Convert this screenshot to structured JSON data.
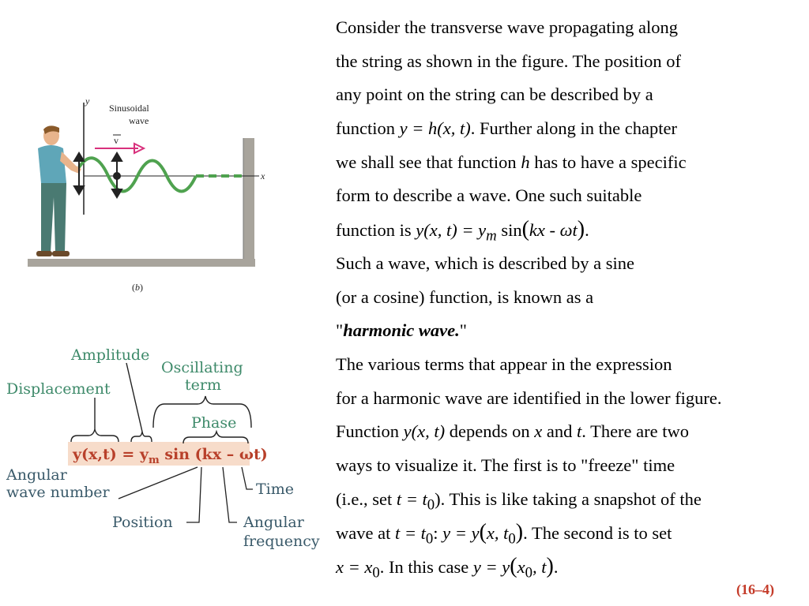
{
  "figure_top": {
    "y_axis": "y",
    "x_axis": "x",
    "wave_label_line1": "Sinusoidal",
    "wave_label_line2": "wave",
    "velocity": "v",
    "caption_open": "(",
    "caption_letter": "b",
    "caption_close": ")"
  },
  "figure_bottom": {
    "amplitude": "Amplitude",
    "oscillating_line1": "Oscillating",
    "oscillating_line2": "term",
    "displacement": "Displacement",
    "phase": "Phase",
    "eq_lhs": "y(x,t) = y",
    "eq_sub": "m",
    "eq_rhs": " sin (kx – ωt)",
    "angular_wave_line1": "Angular",
    "angular_wave_line2": "wave number",
    "time": "Time",
    "position": "Position",
    "angular_freq_line1": "Angular",
    "angular_freq_line2": "frequency"
  },
  "text": {
    "l1": "Consider the transverse wave propagating along",
    "l2": "the string as shown in the figure.  The position of",
    "l3": "any point on the string can be described by a",
    "l4_a": "function  ",
    "l4_eq": "y = h(x, t)",
    "l4_b": ".  Further along in the chapter",
    "l5_a": "we shall see that function ",
    "l5_h": "h",
    "l5_b": " has to have a specific",
    "l6": "form to describe a wave. One such suitable",
    "l7_a": "function is ",
    "l7_eq1": "y(x, t) = y",
    "l7_sub": "m",
    "l7_sin": " sin",
    "l7_paren_open": "(",
    "l7_arg": "kx - ωt",
    "l7_paren_close": ")",
    "l7_b": ".",
    "l8": "Such a wave, which is described by a sine",
    "l9": "(or a cosine) function, is known as a",
    "l10_q1": "\"",
    "l10_hl": "harmonic wave.",
    "l10_q2": "\"",
    "l11": "The various terms that appear in the expression",
    "l12": "for a harmonic wave are identified in the lower figure.",
    "l13_a": "Function ",
    "l13_eq": "y(x, t)",
    "l13_b": " depends on ",
    "l13_x": "x",
    "l13_c": " and ",
    "l13_t": "t",
    "l13_d": ". There are two",
    "l14": "ways to visualize it.  The first is to \"freeze\" time",
    "l15_a": "(i.e., set ",
    "l15_eq": "t = t",
    "l15_sub": "0",
    "l15_b": ").  This is like taking a snapshot of the",
    "l16_a": "wave at ",
    "l16_eq1": "t = t",
    "l16_sub1": "0",
    "l16_colon": ":  ",
    "l16_eq2": "y = y",
    "l16_po": "(",
    "l16_arg": "x, t",
    "l16_sub2": "0",
    "l16_pc": ")",
    "l16_b": ".  The second is to set",
    "l17_eq1": "x = x",
    "l17_sub1": "0",
    "l17_a": ".     In this case ",
    "l17_eq2": "y = y",
    "l17_po": "(",
    "l17_arg_x": "x",
    "l17_sub2": "0",
    "l17_arg_t": ", t",
    "l17_pc": ")",
    "l17_b": "."
  },
  "equation_number": "(16–4)"
}
